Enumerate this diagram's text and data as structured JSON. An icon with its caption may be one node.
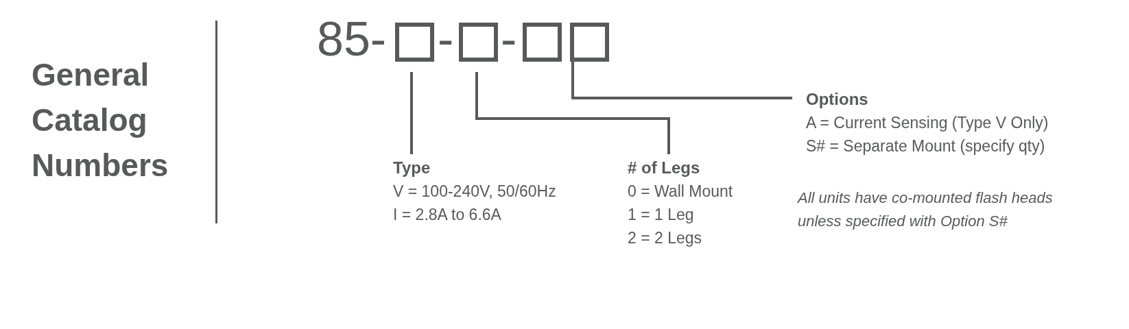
{
  "diagram": {
    "title": "General Catalog Numbers",
    "nodes": [
      {
        "text": [],
        "shape": "box"
      },
      {
        "text": [],
        "shape": "box"
      },
      {
        "text": [],
        "shape": "box"
      },
      {
        "text": [],
        "shape": "box"
      },
      {
        "text": [
          "Type",
          "V = 100-240V, 50/60Hz",
          "I = 2.8A to 6.6A"
        ]
      },
      {
        "text": [
          "# of Legs",
          "0 = Wall Mount",
          "1 = 1 Leg",
          "2 = 2 Legs"
        ]
      },
      {
        "text": [
          "Options",
          "A = Current Sensing (Type V Only)",
          "S# = Separate Mount (specify qty)"
        ]
      }
    ],
    "edges": [
      {
        "from": 0,
        "to": 4,
        "arrow": "none"
      },
      {
        "from": 1,
        "to": 5,
        "arrow": "none"
      },
      {
        "from": 3,
        "to": 6,
        "arrow": "none"
      }
    ],
    "labels": [
      "85-",
      "-",
      "-",
      "All units have co-mounted flash heads unless specified with Option S#"
    ]
  }
}
